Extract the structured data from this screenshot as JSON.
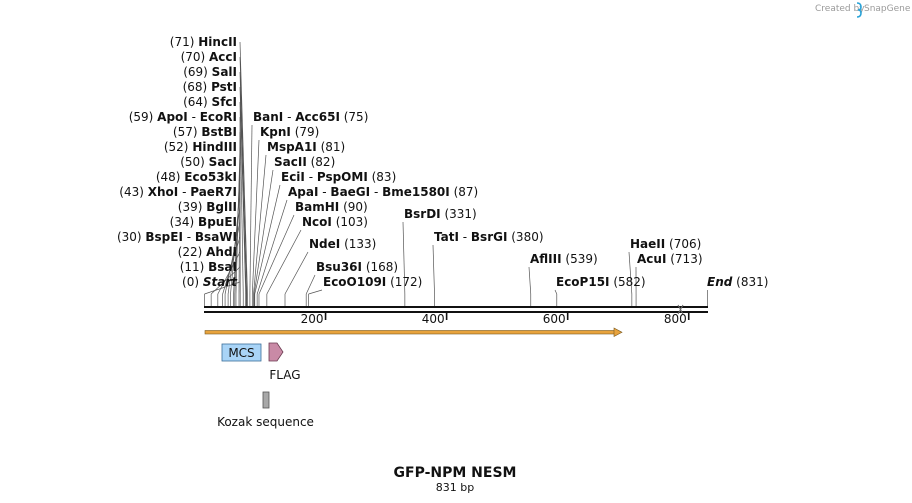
{
  "credit": "Created by",
  "brand": "SnapGene",
  "title": "GFP-NPM NESM",
  "length_label": "831 bp",
  "sequence_length": 831,
  "axis_ticks": [
    "200",
    "400",
    "600",
    "800"
  ],
  "axis_tick_values": [
    200,
    400,
    600,
    800
  ],
  "left_labels": [
    {
      "pos": "(71)",
      "enzymes": [
        "HincII"
      ],
      "site": 71
    },
    {
      "pos": "(70)",
      "enzymes": [
        "AccI"
      ],
      "site": 70
    },
    {
      "pos": "(69)",
      "enzymes": [
        "SalI"
      ],
      "site": 69
    },
    {
      "pos": "(68)",
      "enzymes": [
        "PstI"
      ],
      "site": 68
    },
    {
      "pos": "(64)",
      "enzymes": [
        "SfcI"
      ],
      "site": 64
    },
    {
      "pos": "(59)",
      "enzymes": [
        "ApoI",
        "EcoRI"
      ],
      "site": 59
    },
    {
      "pos": "(57)",
      "enzymes": [
        "BstBI"
      ],
      "site": 57
    },
    {
      "pos": "(52)",
      "enzymes": [
        "HindIII"
      ],
      "site": 52
    },
    {
      "pos": "(50)",
      "enzymes": [
        "SacI"
      ],
      "site": 50
    },
    {
      "pos": "(48)",
      "enzymes": [
        "Eco53kI"
      ],
      "site": 48
    },
    {
      "pos": "(43)",
      "enzymes": [
        "XhoI",
        "PaeR7I"
      ],
      "site": 43
    },
    {
      "pos": "(39)",
      "enzymes": [
        "BglII"
      ],
      "site": 39
    },
    {
      "pos": "(34)",
      "enzymes": [
        "BpuEI"
      ],
      "site": 34
    },
    {
      "pos": "(30)",
      "enzymes": [
        "BspEI",
        "BsaWI"
      ],
      "site": 30
    },
    {
      "pos": "(22)",
      "enzymes": [
        "AhdI"
      ],
      "site": 22
    },
    {
      "pos": "(11)",
      "enzymes": [
        "BsaI"
      ],
      "site": 11
    },
    {
      "pos": "(0)",
      "enzymes": [
        "Start"
      ],
      "site": 0,
      "italic": true
    }
  ],
  "right_labels": [
    {
      "pos": "(75)",
      "enzymes": [
        "BanI",
        "Acc65I"
      ],
      "site": 75
    },
    {
      "pos": "(79)",
      "enzymes": [
        "KpnI"
      ],
      "site": 79
    },
    {
      "pos": "(81)",
      "enzymes": [
        "MspA1I"
      ],
      "site": 81
    },
    {
      "pos": "(82)",
      "enzymes": [
        "SacII"
      ],
      "site": 82
    },
    {
      "pos": "(83)",
      "enzymes": [
        "EciI",
        "PspOMI"
      ],
      "site": 83
    },
    {
      "pos": "(87)",
      "enzymes": [
        "ApaI",
        "BaeGI",
        "Bme1580I"
      ],
      "site": 87
    },
    {
      "pos": "(90)",
      "enzymes": [
        "BamHI"
      ],
      "site": 90
    },
    {
      "pos": "(103)",
      "enzymes": [
        "NcoI"
      ],
      "site": 103
    },
    {
      "pos": "(133)",
      "enzymes": [
        "NdeI"
      ],
      "site": 133
    },
    {
      "pos": "(168)",
      "enzymes": [
        "Bsu36I"
      ],
      "site": 168
    },
    {
      "pos": "(172)",
      "enzymes": [
        "EcoO109I"
      ],
      "site": 172
    },
    {
      "pos": "(331)",
      "enzymes": [
        "BsrDI"
      ],
      "site": 331
    },
    {
      "pos": "(380)",
      "enzymes": [
        "TatI",
        "BsrGI"
      ],
      "site": 380
    },
    {
      "pos": "(539)",
      "enzymes": [
        "AflIII"
      ],
      "site": 539
    },
    {
      "pos": "(582)",
      "enzymes": [
        "EcoP15I"
      ],
      "site": 582
    },
    {
      "pos": "(706)",
      "enzymes": [
        "HaeII"
      ],
      "site": 706
    },
    {
      "pos": "(713)",
      "enzymes": [
        "AcuI"
      ],
      "site": 713
    },
    {
      "pos": "(831)",
      "enzymes": [
        "End"
      ],
      "site": 831,
      "italic": true
    }
  ],
  "features": {
    "orf": {
      "start": 1,
      "end": 697,
      "color": "#e8a33d"
    },
    "mcs": {
      "label": "MCS",
      "color": "#a9d4f7"
    },
    "flag": {
      "label": "FLAG",
      "color": "#c98aa6"
    },
    "kozak": {
      "label": "Kozak sequence",
      "color": "#a8a8a8"
    }
  }
}
